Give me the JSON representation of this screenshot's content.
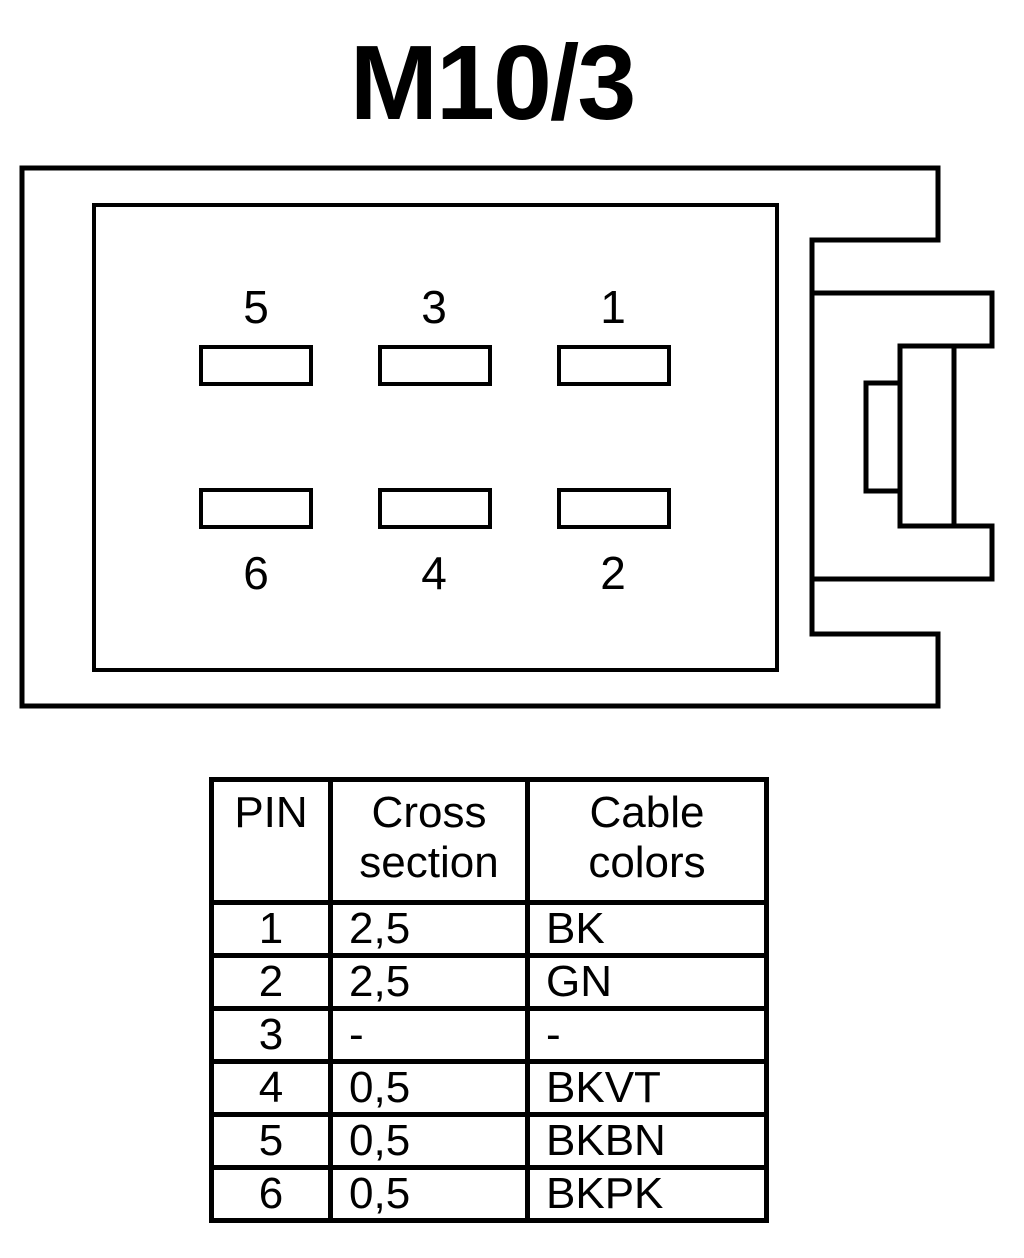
{
  "title": "M10/3",
  "pin_labels": {
    "p1": "1",
    "p2": "2",
    "p3": "3",
    "p4": "4",
    "p5": "5",
    "p6": "6"
  },
  "table": {
    "headers": {
      "pin": "PIN",
      "cross_section_line1": "Cross",
      "cross_section_line2": "section",
      "cable_colors_line1": "Cable",
      "cable_colors_line2": "colors"
    },
    "rows": [
      {
        "pin": "1",
        "cross_section": "2,5",
        "color": "BK"
      },
      {
        "pin": "2",
        "cross_section": "2,5",
        "color": "GN"
      },
      {
        "pin": "3",
        "cross_section": "-",
        "color": "-"
      },
      {
        "pin": "4",
        "cross_section": "0,5",
        "color": "BKVT"
      },
      {
        "pin": "5",
        "cross_section": "0,5",
        "color": "BKBN"
      },
      {
        "pin": "6",
        "cross_section": "0,5",
        "color": "BKPK"
      }
    ]
  }
}
